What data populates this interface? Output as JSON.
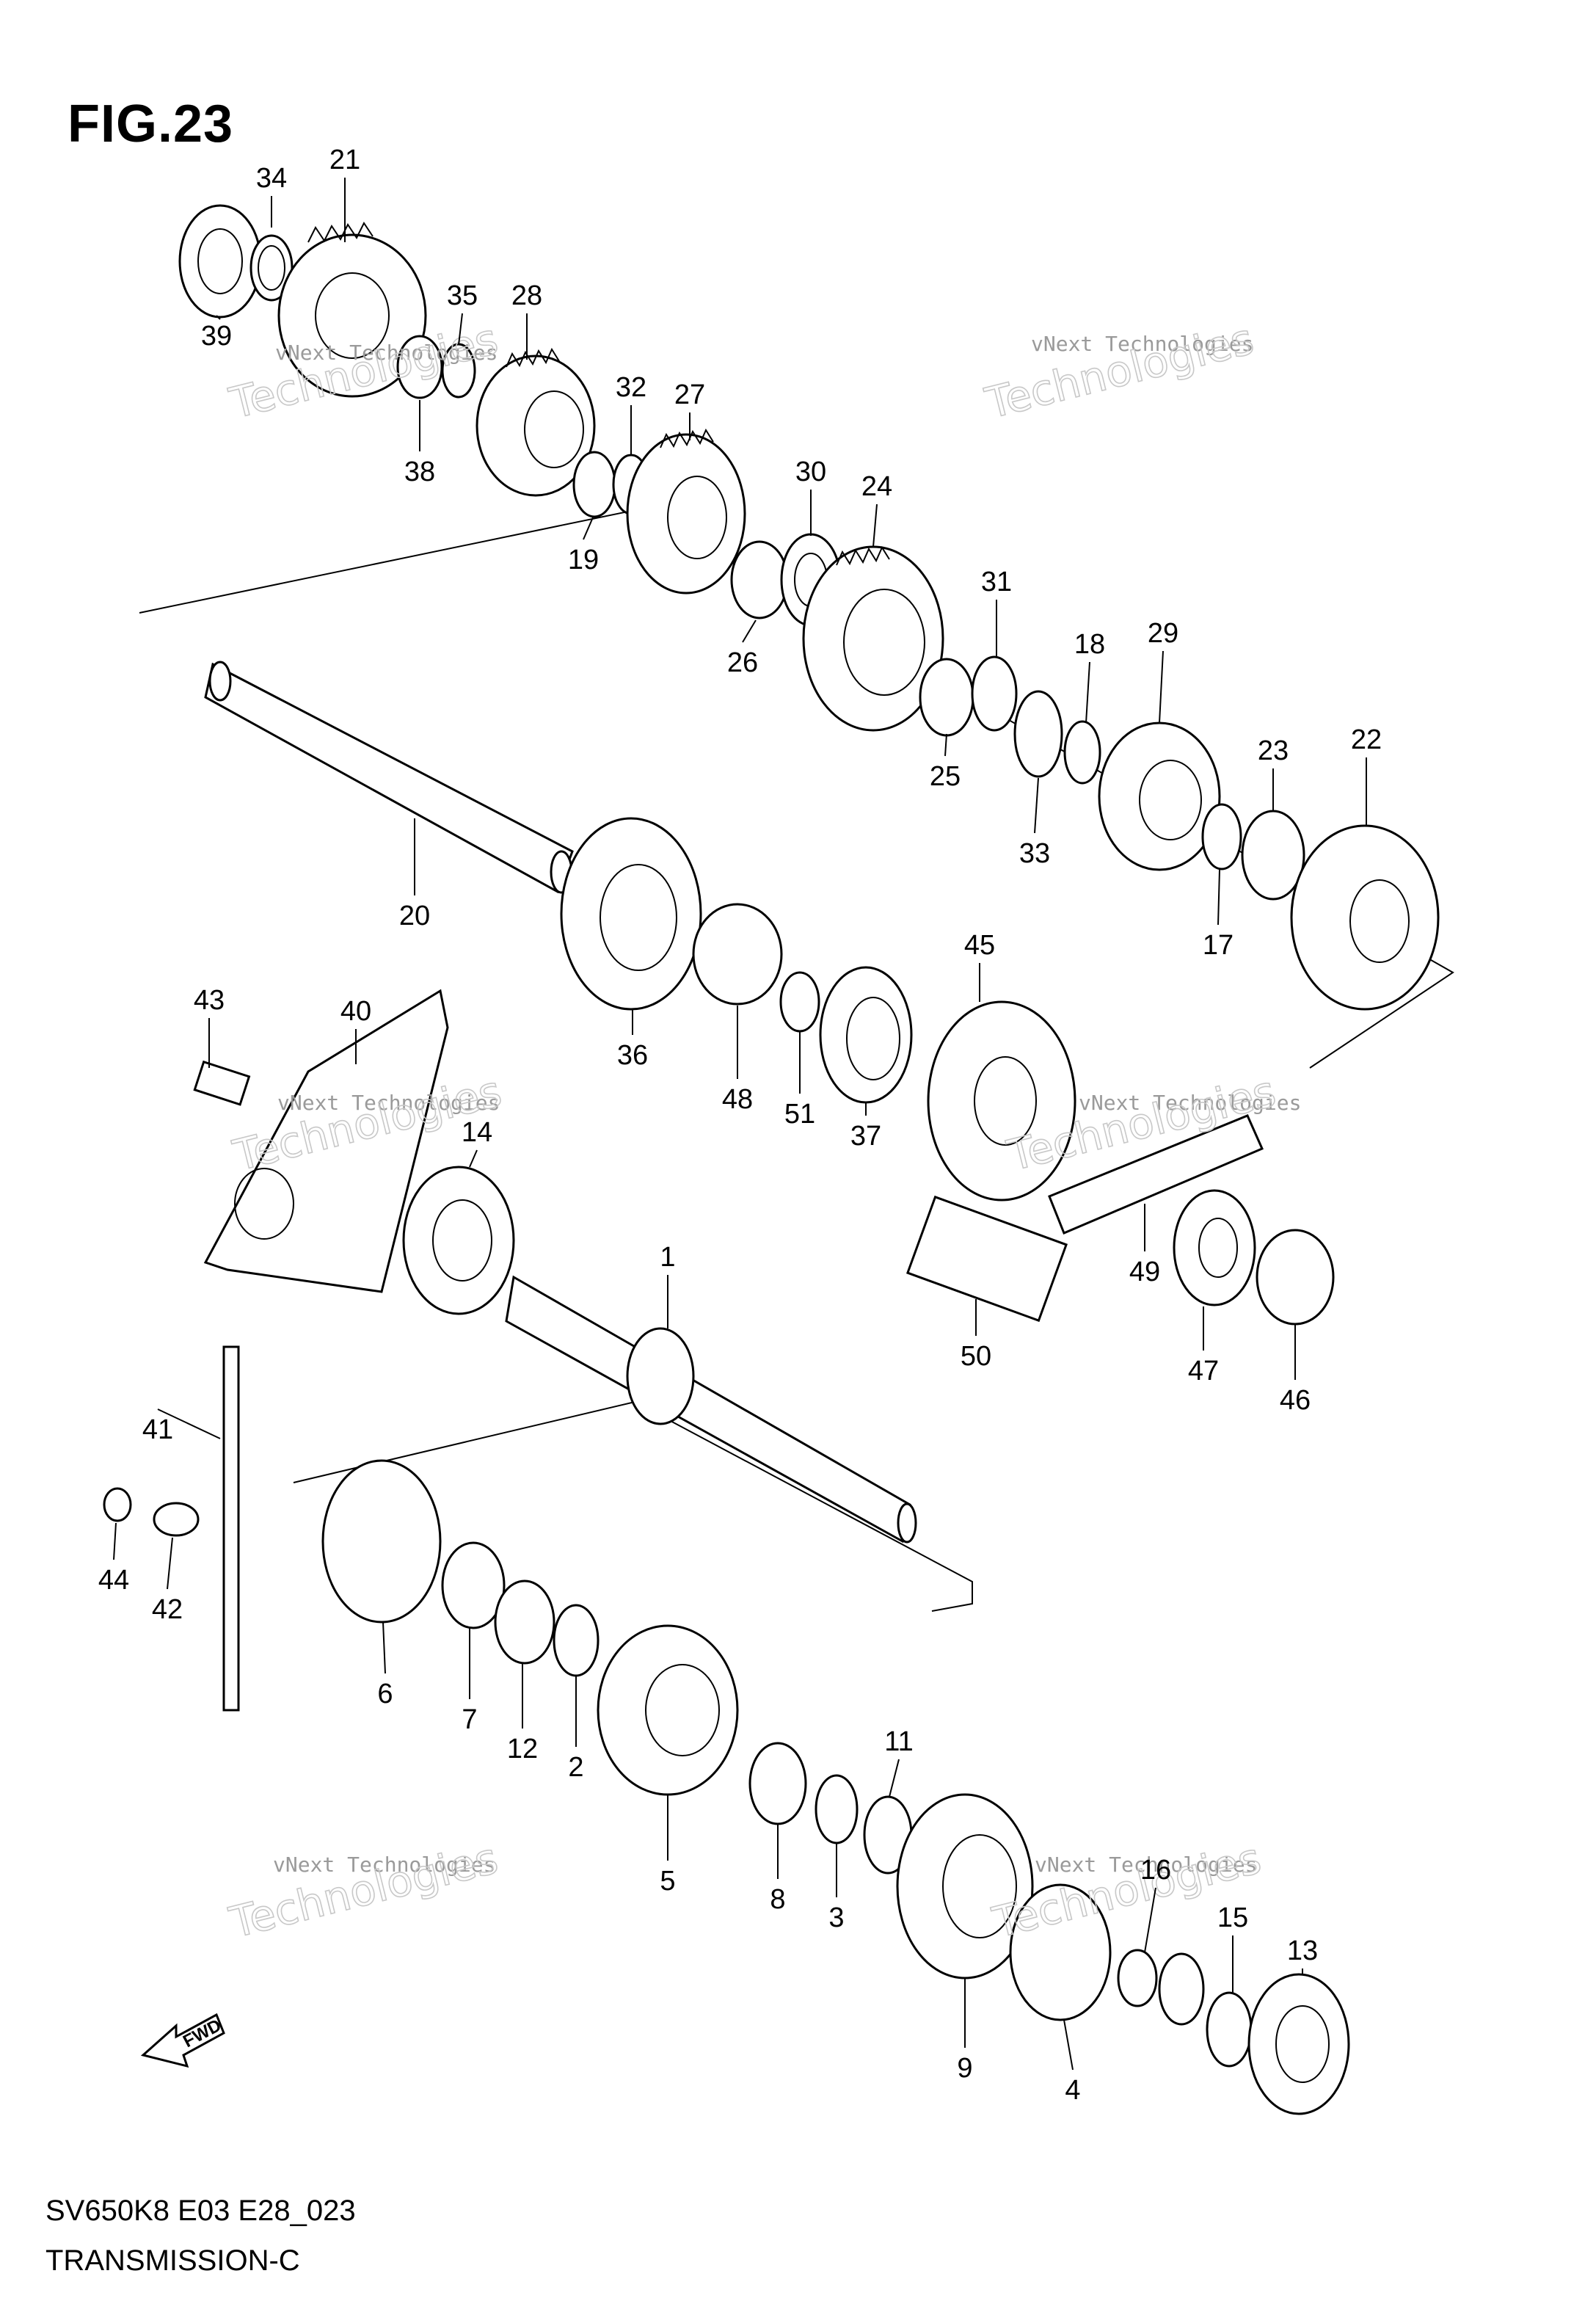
{
  "figure_title": "FIG.23",
  "footer": {
    "model_code": "SV650K8 E03 E28_023",
    "section_title": "TRANSMISSION-C"
  },
  "watermark": {
    "line1": "vNext Technologies",
    "line2": "Technologies",
    "line3": "vNext"
  },
  "fwd_arrow_label": "FWD",
  "callouts": [
    {
      "id": "34",
      "label": "34"
    },
    {
      "id": "21",
      "label": "21"
    },
    {
      "id": "39",
      "label": "39"
    },
    {
      "id": "35",
      "label": "35"
    },
    {
      "id": "28",
      "label": "28"
    },
    {
      "id": "38",
      "label": "38"
    },
    {
      "id": "32",
      "label": "32"
    },
    {
      "id": "27",
      "label": "27"
    },
    {
      "id": "19",
      "label": "19"
    },
    {
      "id": "30",
      "label": "30"
    },
    {
      "id": "24",
      "label": "24"
    },
    {
      "id": "26",
      "label": "26"
    },
    {
      "id": "31",
      "label": "31"
    },
    {
      "id": "18",
      "label": "18"
    },
    {
      "id": "29",
      "label": "29"
    },
    {
      "id": "25",
      "label": "25"
    },
    {
      "id": "33",
      "label": "33"
    },
    {
      "id": "23",
      "label": "23"
    },
    {
      "id": "22",
      "label": "22"
    },
    {
      "id": "17",
      "label": "17"
    },
    {
      "id": "20",
      "label": "20"
    },
    {
      "id": "36",
      "label": "36"
    },
    {
      "id": "48",
      "label": "48"
    },
    {
      "id": "51",
      "label": "51"
    },
    {
      "id": "37",
      "label": "37"
    },
    {
      "id": "45",
      "label": "45"
    },
    {
      "id": "43",
      "label": "43"
    },
    {
      "id": "40",
      "label": "40"
    },
    {
      "id": "14",
      "label": "14"
    },
    {
      "id": "1",
      "label": "1"
    },
    {
      "id": "49",
      "label": "49"
    },
    {
      "id": "50",
      "label": "50"
    },
    {
      "id": "47",
      "label": "47"
    },
    {
      "id": "46",
      "label": "46"
    },
    {
      "id": "41",
      "label": "41"
    },
    {
      "id": "44",
      "label": "44"
    },
    {
      "id": "42",
      "label": "42"
    },
    {
      "id": "6",
      "label": "6"
    },
    {
      "id": "7",
      "label": "7"
    },
    {
      "id": "12",
      "label": "12"
    },
    {
      "id": "2",
      "label": "2"
    },
    {
      "id": "5",
      "label": "5"
    },
    {
      "id": "11",
      "label": "11"
    },
    {
      "id": "8",
      "label": "8"
    },
    {
      "id": "3",
      "label": "3"
    },
    {
      "id": "16",
      "label": "16"
    },
    {
      "id": "15",
      "label": "15"
    },
    {
      "id": "13",
      "label": "13"
    },
    {
      "id": "9",
      "label": "9"
    },
    {
      "id": "4",
      "label": "4"
    }
  ]
}
